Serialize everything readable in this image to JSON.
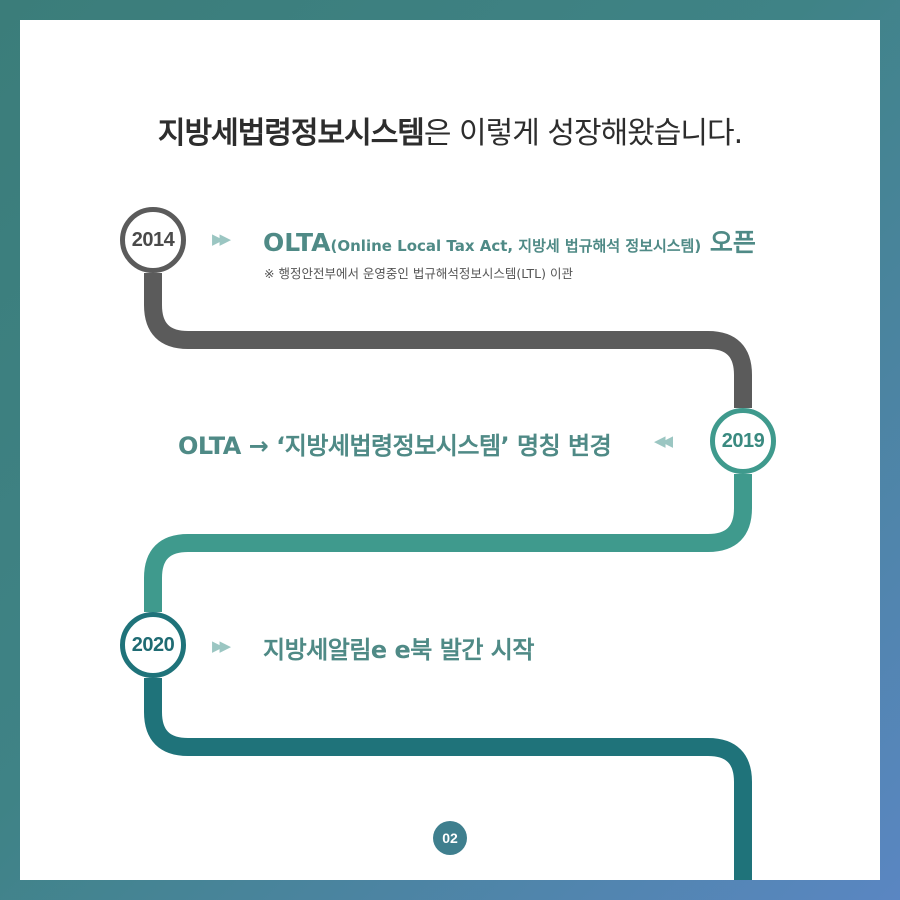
{
  "headline": {
    "strong": "지방세법령정보시스템",
    "light": "은 이렇게 성장해왔습니다."
  },
  "timeline": [
    {
      "year": "2014",
      "arrow": "▶▶",
      "title_main": "OLTA",
      "title_paren": "(Online Local Tax Act, 지방세 법규해석 정보시스템)",
      "title_tail": " 오픈",
      "note": "※ 행정안전부에서 운영중인 법규해석정보시스템(LTL) 이관"
    },
    {
      "year": "2019",
      "arrow": "◀◀",
      "title": "OLTA → ‘지방세법령정보시스템’ 명칭 변경"
    },
    {
      "year": "2020",
      "arrow": "▶▶",
      "title": "지방세알림e e북 발간 시작"
    }
  ],
  "page_number": "02",
  "colors": {
    "frame": "#3f8386",
    "segment_2014": "#5b5b5b",
    "segment_2019": "#3f9a8d",
    "segment_2020": "#1f737a",
    "accent_text": "#4f8a86",
    "arrow": "#9bc6c2"
  }
}
